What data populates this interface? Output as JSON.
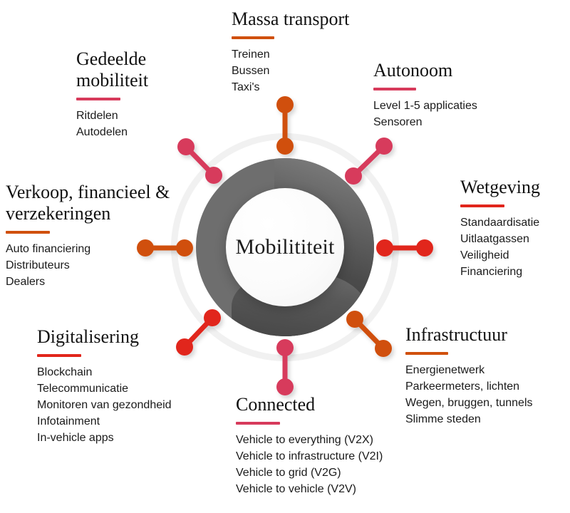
{
  "diagram": {
    "center": {
      "label": "Mobilititeit",
      "ring_color": "#6e6e6e",
      "ring_shadow_color": "#3f3f3f",
      "inner_color": "#ffffff",
      "outer_ring_color": "#f1f1f1"
    },
    "palette": {
      "orange": "#d0500d",
      "red": "#e1251b",
      "crimson": "#d73a5b",
      "text": "#111111"
    },
    "nodes": [
      {
        "id": "massa-transport",
        "title": "Massa transport",
        "accent": "#d0500d",
        "accent_name": "orange",
        "position": "top",
        "angle_deg": 90,
        "items": [
          "Treinen",
          "Bussen",
          "Taxi's"
        ]
      },
      {
        "id": "autonoom",
        "title": "Autonoom",
        "accent": "#d73a5b",
        "accent_name": "crimson",
        "position": "top-right",
        "angle_deg": 45,
        "items": [
          "Level 1-5 applicaties",
          "Sensoren"
        ]
      },
      {
        "id": "wetgeving",
        "title": "Wetgeving",
        "accent": "#e1251b",
        "accent_name": "red",
        "position": "right",
        "angle_deg": 0,
        "items": [
          "Standaardisatie",
          "Uitlaatgassen",
          "Veiligheid",
          "Financiering"
        ]
      },
      {
        "id": "infrastructuur",
        "title": "Infrastructuur",
        "accent": "#d0500d",
        "accent_name": "orange",
        "position": "bottom-right",
        "angle_deg": -45,
        "items": [
          "Energienetwerk",
          "Parkeermeters, lichten",
          "Wegen, bruggen, tunnels",
          "Slimme steden"
        ]
      },
      {
        "id": "connected",
        "title": "Connected",
        "accent": "#d73a5b",
        "accent_name": "crimson",
        "position": "bottom",
        "angle_deg": -90,
        "items": [
          "Vehicle to everything (V2X)",
          "Vehicle to infrastructure (V2I)",
          "Vehicle to grid (V2G)",
          "Vehicle to vehicle (V2V)"
        ]
      },
      {
        "id": "digitalisering",
        "title": "Digitalisering",
        "accent": "#e1251b",
        "accent_name": "red",
        "position": "bottom-left",
        "angle_deg": -135,
        "items": [
          "Blockchain",
          "Telecommunicatie",
          "Monitoren van gezondheid",
          "Infotainment",
          "In-vehicle apps"
        ]
      },
      {
        "id": "verkoop-financieel-verzekeringen",
        "title": "Verkoop, financieel &\nverzekeringen",
        "accent": "#d0500d",
        "accent_name": "orange",
        "position": "left",
        "angle_deg": 180,
        "items": [
          "Auto financiering",
          "Distributeurs",
          "Dealers"
        ]
      },
      {
        "id": "gedeelde-mobiliteit",
        "title": "Gedeelde\nmobiliteit",
        "accent": "#d73a5b",
        "accent_name": "crimson",
        "position": "top-left",
        "angle_deg": 135,
        "items": [
          "Ritdelen",
          "Autodelen"
        ]
      }
    ]
  }
}
